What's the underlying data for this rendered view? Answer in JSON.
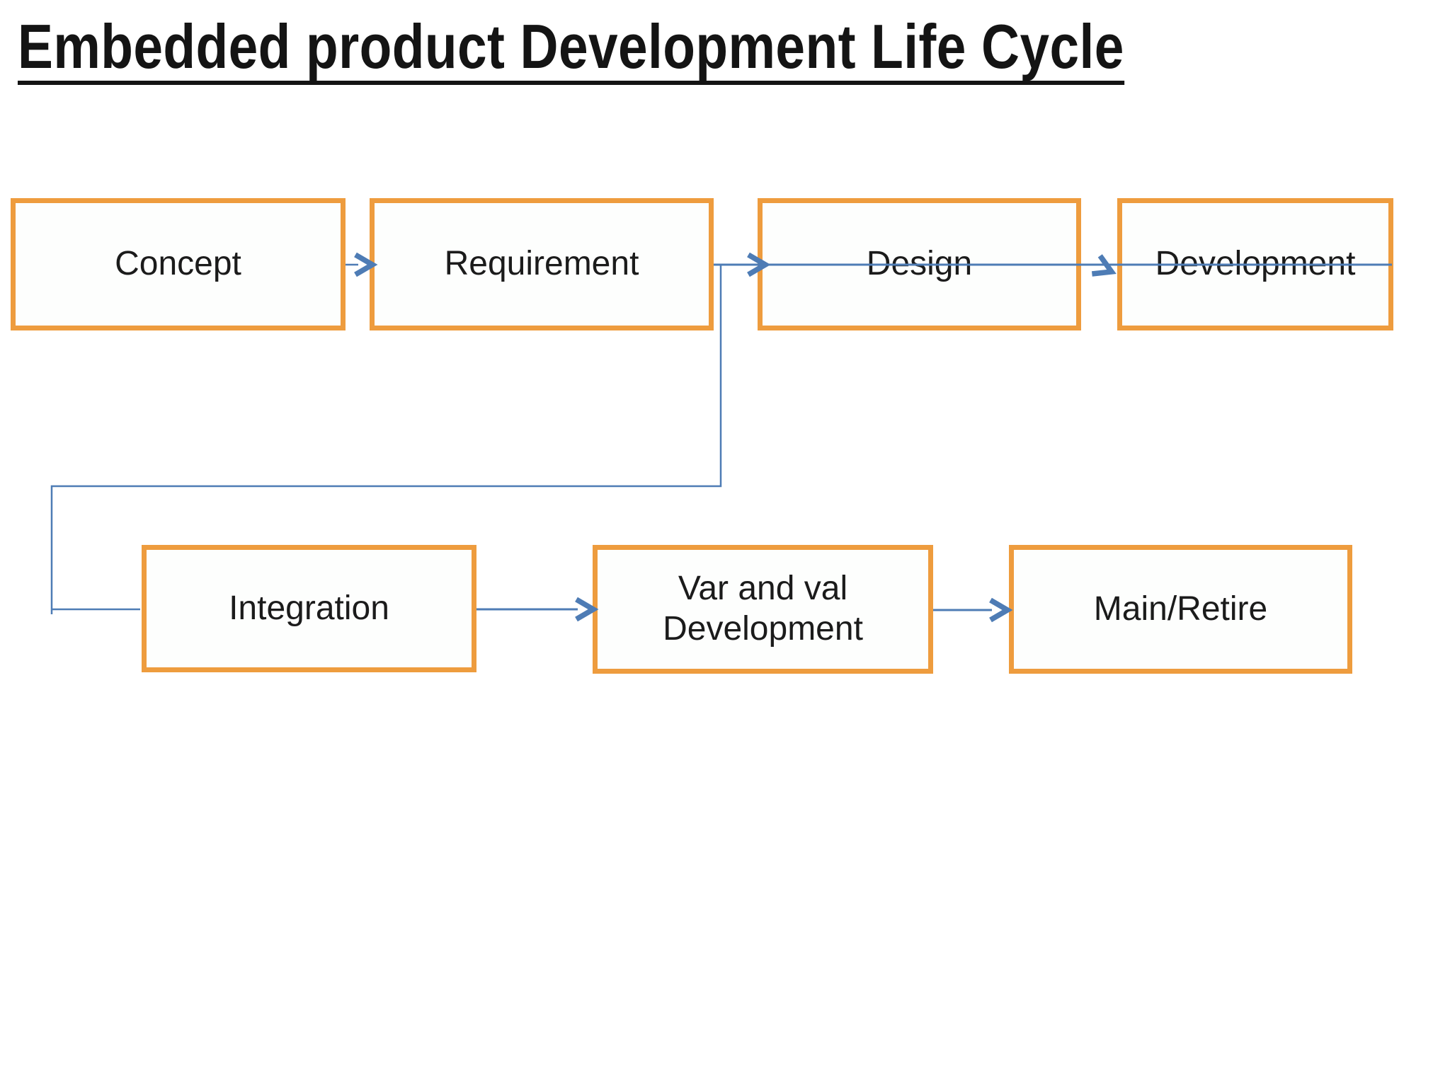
{
  "title": "Embedded product Development Life Cycle",
  "nodes": {
    "concept": {
      "label": "Concept"
    },
    "requirement": {
      "label": "Requirement"
    },
    "design": {
      "label": "Design"
    },
    "development": {
      "label": "Development"
    },
    "integration": {
      "label": "Integration"
    },
    "var_and_val": {
      "label": "Var and val Development"
    },
    "main_retire": {
      "label": "Main/Retire"
    }
  },
  "edges": [
    {
      "from": "Concept",
      "to": "Requirement",
      "style": "arrow"
    },
    {
      "from": "Requirement",
      "to": "Design",
      "style": "arrow-through-box"
    },
    {
      "from": "Design",
      "to": "Development",
      "style": "arrow-through-box"
    },
    {
      "from": "Requirement",
      "to": "Integration",
      "style": "elbow-feedback"
    },
    {
      "from": "Integration",
      "to": "Var and val Development",
      "style": "arrow"
    },
    {
      "from": "Var and val Development",
      "to": "Main/Retire",
      "style": "arrow"
    }
  ],
  "colors": {
    "background": "#FFFFFF",
    "title": "#141414",
    "text": "#1B1B1B",
    "node_border": "#EE9C3E",
    "node_fill": "#FDFEFD",
    "connector": "#4E7CB5"
  }
}
